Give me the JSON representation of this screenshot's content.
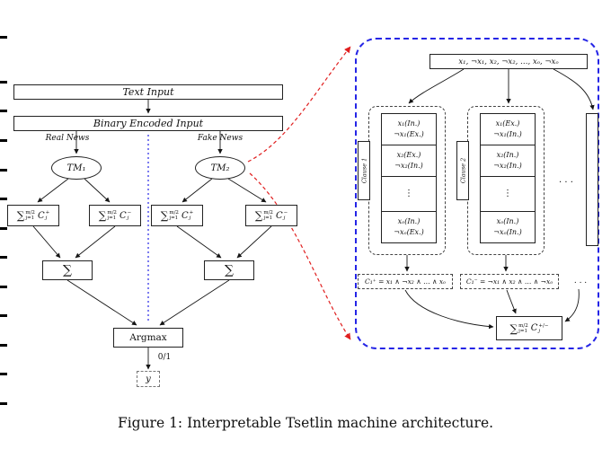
{
  "colors": {
    "frame_blue": "#2525e6",
    "arrow_red": "#e01f1f"
  },
  "page_marks": {
    "ys": [
      40,
      90,
      122,
      155,
      188,
      220,
      253,
      285,
      318,
      350,
      383,
      415,
      448
    ]
  },
  "figure": {
    "caption": "Figure 1: Interpretable Tsetlin machine architecture."
  },
  "pipeline": {
    "text_input": "Text Input",
    "binary_input": "Binary Encoded Input",
    "real_news_label": "Real News",
    "fake_news_label": "Fake News",
    "tm1": "TM₁",
    "tm2": "TM₂",
    "sigma": "∑",
    "sum_boxes": [
      {
        "sup": "m/2",
        "sub": "j=1",
        "var": "C",
        "var_sub": "j",
        "sign": "+"
      },
      {
        "sup": "m/2",
        "sub": "j=1",
        "var": "C",
        "var_sub": "j",
        "sign": "−"
      },
      {
        "sup": "m/2",
        "sub": "j=1",
        "var": "C",
        "var_sub": "j",
        "sign": "+"
      },
      {
        "sup": "m/2",
        "sub": "j=1",
        "var": "C",
        "var_sub": "j",
        "sign": "−"
      }
    ],
    "argmax": "Argmax",
    "output_bits": "0/1",
    "output_var": "y"
  },
  "detail": {
    "input_literals": "x₁, ¬x₁, x₂, ¬x₂, …, xₒ, ¬xₒ",
    "clauses": [
      {
        "label": "Clause 1",
        "cells": [
          [
            "x₁(In.)",
            "¬x₁(Ex.)"
          ],
          [
            "x₂(Ex.)",
            "¬x₂(In.)"
          ],
          [
            "⋮",
            ""
          ],
          [
            "xₒ(In.)",
            "¬xₒ(Ex.)"
          ]
        ]
      },
      {
        "label": "Clause 2",
        "cells": [
          [
            "x₁(Ex.)",
            "¬x₁(In.)"
          ],
          [
            "x₂(In.)",
            "¬x₂(In.)"
          ],
          [
            "⋮",
            ""
          ],
          [
            "xₒ(In.)",
            "¬xₒ(In.)"
          ]
        ]
      }
    ],
    "more_clauses_dots": "· · ·",
    "formula_plus": "C₁⁺ = x₁ ∧ ¬x₂ ∧ … ∧ xₒ",
    "formula_minus": "C₁⁻ = ¬x₁ ∧ x₂ ∧ … ∧ ¬xₒ",
    "more_formulas_dots": ". . .",
    "sum": {
      "sigma": "∑",
      "sup": "m/2",
      "sub": "j=1",
      "var": "C",
      "var_sub": "j",
      "sign": "+/−"
    }
  }
}
